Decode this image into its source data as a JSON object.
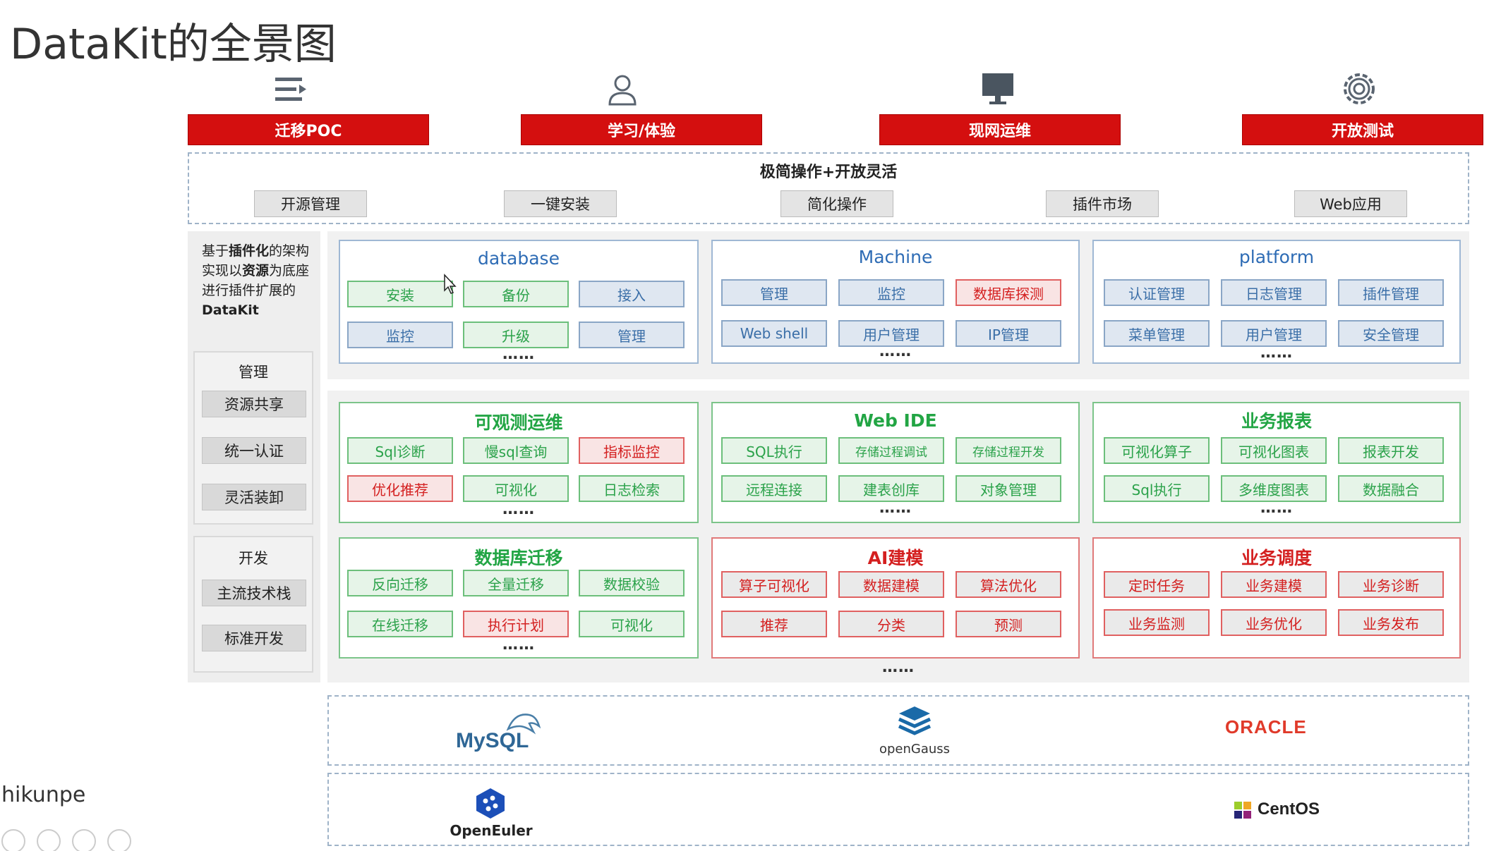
{
  "title": "DataKit的全景图",
  "scenarios": [
    {
      "label": "迁移POC",
      "icon": "menu-lines-icon"
    },
    {
      "label": "学习/体验",
      "icon": "user-icon"
    },
    {
      "label": "现网运维",
      "icon": "monitor-icon"
    },
    {
      "label": "开放测试",
      "icon": "gear-icon"
    }
  ],
  "top_panel": {
    "title": "极简操作+开放灵活",
    "items": [
      "开源管理",
      "一键安装",
      "简化操作",
      "插件市场",
      "Web应用"
    ]
  },
  "left_panel": {
    "desc_1": "基于",
    "desc_2": "插件化",
    "desc_3": "的架构实现以",
    "desc_4": "资源",
    "desc_5": "为底座进行插件扩展的",
    "desc_6": "DataKit",
    "groups": [
      {
        "title": "管理",
        "items": [
          "资源共享",
          "统一认证",
          "灵活装卸"
        ]
      },
      {
        "title": "开发",
        "items": [
          "主流技术栈",
          "标准开发"
        ]
      }
    ]
  },
  "core_modules": [
    {
      "title": "database",
      "rows": [
        [
          "安装",
          "备份",
          "接入"
        ],
        [
          "监控",
          "升级",
          "管理"
        ]
      ],
      "more": "……"
    },
    {
      "title": "Machine",
      "rows": [
        [
          "管理",
          "监控",
          "数据库探测"
        ],
        [
          "Web shell",
          "用户管理",
          "IP管理"
        ]
      ],
      "more": "……"
    },
    {
      "title": "platform",
      "rows": [
        [
          "认证管理",
          "日志管理",
          "插件管理"
        ],
        [
          "菜单管理",
          "用户管理",
          "安全管理"
        ]
      ],
      "more": "……"
    }
  ],
  "plugin_modules": [
    {
      "title": "可观测运维",
      "rows": [
        [
          "Sql诊断",
          "慢sql查询",
          "指标监控"
        ],
        [
          "优化推荐",
          "可视化",
          "日志检索"
        ]
      ],
      "more": "……"
    },
    {
      "title": "Web IDE",
      "rows": [
        [
          "SQL执行",
          "存储过程调试",
          "存储过程开发"
        ],
        [
          "远程连接",
          "建表创库",
          "对象管理"
        ]
      ],
      "more": "……"
    },
    {
      "title": "业务报表",
      "rows": [
        [
          "可视化算子",
          "可视化图表",
          "报表开发"
        ],
        [
          "Sql执行",
          "多维度图表",
          "数据融合"
        ]
      ],
      "more": "……"
    },
    {
      "title": "数据库迁移",
      "rows": [
        [
          "反向迁移",
          "全量迁移",
          "数据校验"
        ],
        [
          "在线迁移",
          "执行计划",
          "可视化"
        ]
      ],
      "more": "……"
    },
    {
      "title": "AI建模",
      "rows": [
        [
          "算子可视化",
          "数据建模",
          "算法优化"
        ],
        [
          "推荐",
          "分类",
          "预测"
        ]
      ],
      "more": ""
    },
    {
      "title": "业务调度",
      "rows": [
        [
          "定时任务",
          "业务建模",
          "业务诊断"
        ],
        [
          "业务监测",
          "业务优化",
          "业务发布"
        ]
      ],
      "more": ""
    }
  ],
  "plugin_more": "……",
  "databases": {
    "mysql": "MySQL",
    "opengauss": "openGauss",
    "oracle": "ORACLE"
  },
  "os": {
    "openeuler": "OpenEuler",
    "centos": "CentOS"
  },
  "side_text": "hikunpe",
  "colors": {
    "scenario_red": "#d40f0f",
    "blue": "#2e6cb5",
    "green": "#22a544",
    "red": "#d42020"
  }
}
